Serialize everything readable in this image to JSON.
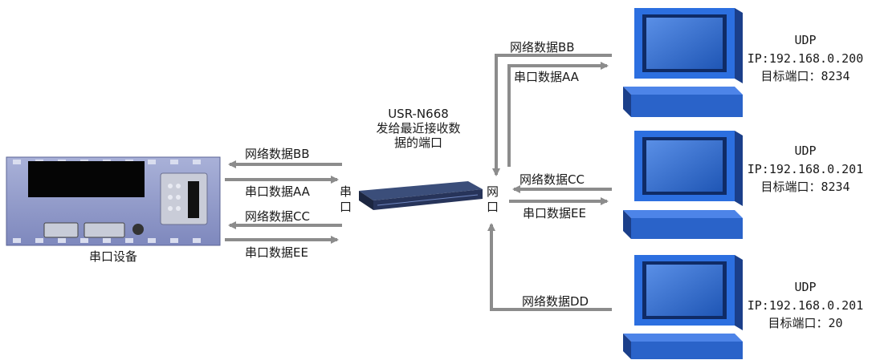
{
  "serial_device": {
    "label": "串口设备"
  },
  "gateway": {
    "caption_line1": "USR-N668",
    "caption_line2": "发给最近接收数",
    "caption_line3": "据的端口",
    "serial_port_char1": "串",
    "serial_port_char2": "口",
    "net_port_char1": "网",
    "net_port_char2": "口"
  },
  "serial_links": [
    {
      "label": "网络数据BB"
    },
    {
      "label": "串口数据AA"
    },
    {
      "label": "网络数据CC"
    },
    {
      "label": "串口数据EE"
    }
  ],
  "network_links": {
    "top_bb": "网络数据BB",
    "top_aa": "串口数据AA",
    "mid_cc": "网络数据CC",
    "mid_ee": "串口数据EE",
    "bottom_dd": "网络数据DD"
  },
  "hosts": [
    {
      "protocol": "UDP",
      "ip": "IP:192.168.0.200",
      "port": "目标端口：8234"
    },
    {
      "protocol": "UDP",
      "ip": "IP:192.168.0.201",
      "port": "目标端口：8234"
    },
    {
      "protocol": "UDP",
      "ip": "IP:192.168.0.201",
      "port": "目标端口：20"
    }
  ],
  "colors": {
    "arrow": "#8c8c8c",
    "monitor": "#2f6fd6",
    "monitor_dark": "#1b3f8a",
    "device": "#8d98c8"
  }
}
